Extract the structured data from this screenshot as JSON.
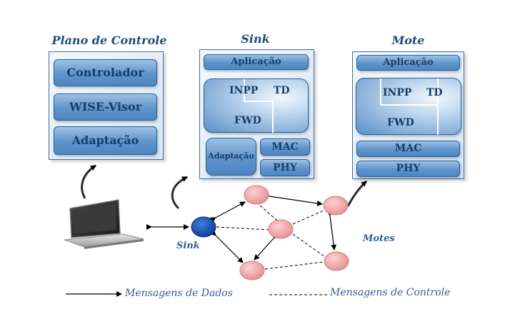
{
  "control_plane": {
    "title": "Plano de Controle",
    "blocks": [
      "Controlador",
      "WISE-Visor",
      "Adaptação"
    ]
  },
  "sink": {
    "title": "Sink",
    "aplicacao": "Aplicação",
    "inpp": "INPP",
    "td": "TD",
    "fwd": "FWD",
    "adaptacao": "Adaptação",
    "mac": "MAC",
    "phy": "PHY"
  },
  "mote": {
    "title": "Mote",
    "aplicacao": "Aplicação",
    "inpp": "INPP",
    "td": "TD",
    "fwd": "FWD",
    "mac": "MAC",
    "phy": "PHY"
  },
  "network": {
    "sink_label": "Sink",
    "motes_label": "Motes"
  },
  "legend": {
    "data_messages": "Mensagens de Dados",
    "control_messages": "Mensagens de Controle"
  },
  "colors": {
    "sink_node": "#1f5fc4",
    "mote_node": "#f3a9ad",
    "panel_border": "#3e6f9d",
    "block_fill": "#5f93cb",
    "text": "#1f4e79"
  },
  "icons": [
    "laptop-icon"
  ]
}
